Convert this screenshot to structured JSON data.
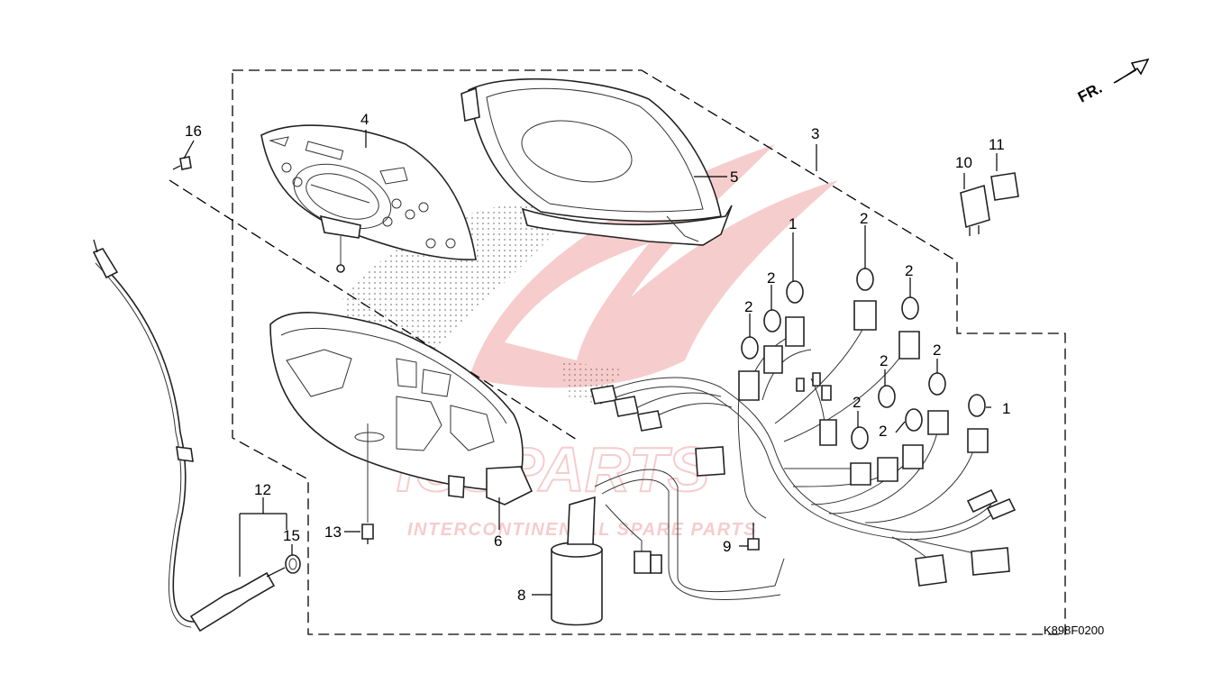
{
  "diagram": {
    "drawing_code": "K898F0200",
    "front_indicator": "FR.",
    "watermark": {
      "brand": "ICSPARTS",
      "tagline": "INTERCONTINENTAL SPARE PARTS",
      "color": "#e04a4a"
    },
    "callouts": [
      {
        "id": "c1a",
        "text": "1"
      },
      {
        "id": "c1b",
        "text": "1"
      },
      {
        "id": "c2a",
        "text": "2"
      },
      {
        "id": "c2b",
        "text": "2"
      },
      {
        "id": "c2c",
        "text": "2"
      },
      {
        "id": "c2d",
        "text": "2"
      },
      {
        "id": "c2e",
        "text": "2"
      },
      {
        "id": "c2f",
        "text": "2"
      },
      {
        "id": "c2g",
        "text": "2"
      },
      {
        "id": "c2h",
        "text": "2"
      },
      {
        "id": "c2i",
        "text": "2"
      },
      {
        "id": "c3",
        "text": "3"
      },
      {
        "id": "c4",
        "text": "4"
      },
      {
        "id": "c5",
        "text": "5"
      },
      {
        "id": "c6",
        "text": "6"
      },
      {
        "id": "c8",
        "text": "8"
      },
      {
        "id": "c9",
        "text": "9"
      },
      {
        "id": "c10",
        "text": "10"
      },
      {
        "id": "c11",
        "text": "11"
      },
      {
        "id": "c12",
        "text": "12"
      },
      {
        "id": "c13",
        "text": "13"
      },
      {
        "id": "c15",
        "text": "15"
      },
      {
        "id": "c16",
        "text": "16"
      }
    ]
  }
}
